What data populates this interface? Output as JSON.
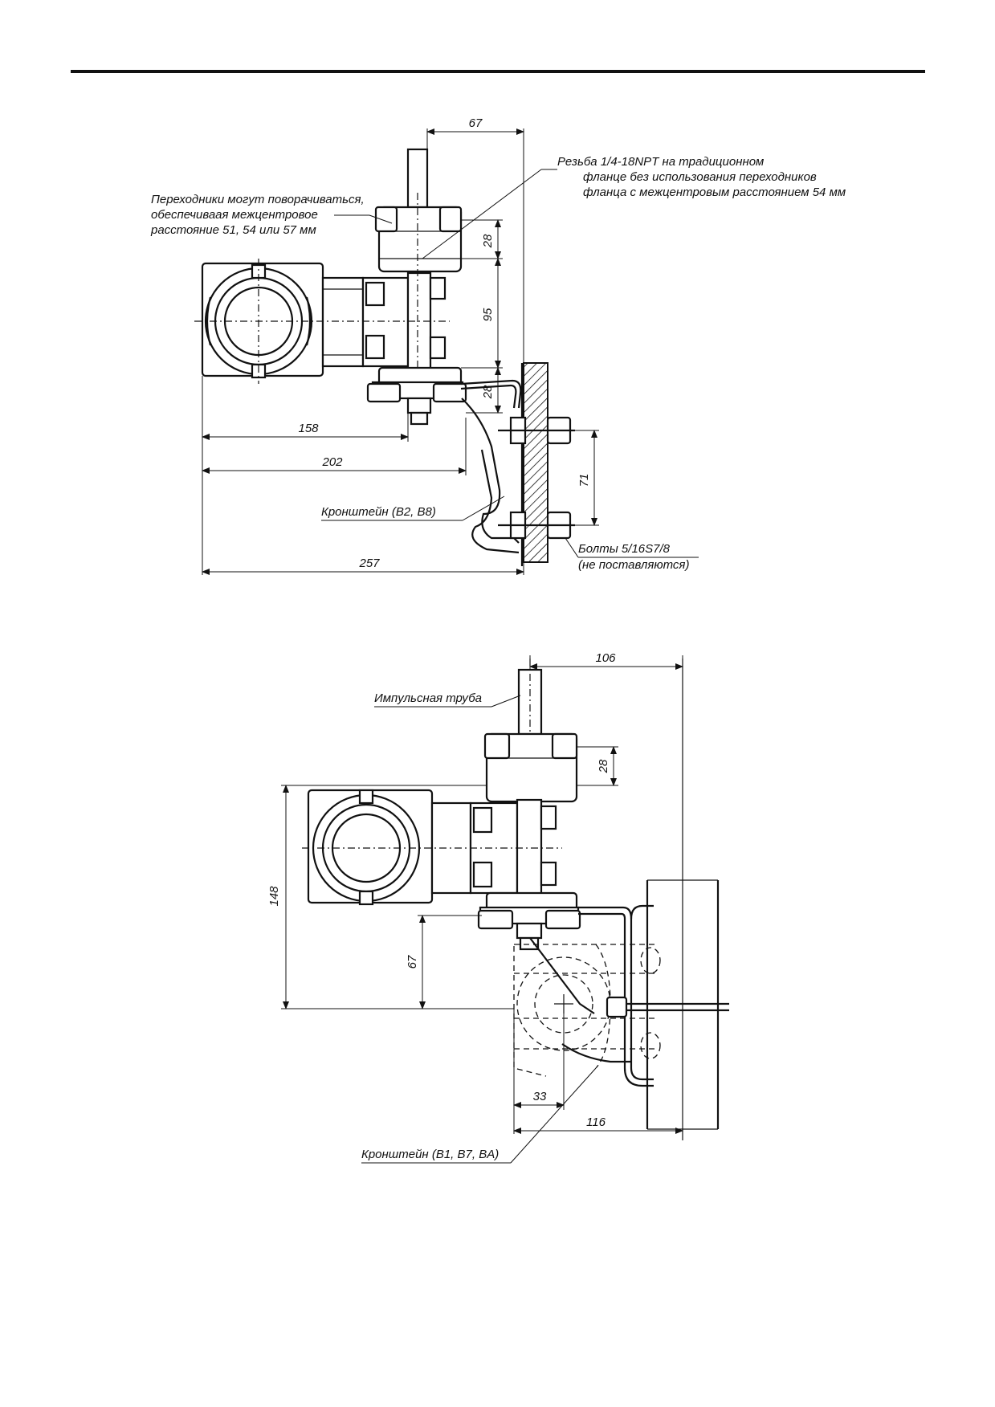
{
  "top_figure": {
    "dims": {
      "d67": "67",
      "d28a": "28",
      "d95": "95",
      "d28b": "28",
      "d158": "158",
      "d202": "202",
      "d257": "257",
      "d71": "71"
    },
    "note_thread": [
      "Резьба 1/4-18NPT на традиционном",
      "фланце без использования переходников",
      "фланца с межцентровым расстоянием 54 мм"
    ],
    "note_adapters": [
      "Переходники могут поворачиваться,",
      "обеспечиваая межцентровое",
      "расстояние 51, 54 или 57 мм"
    ],
    "label_bracket": "Кронштейн (B2, B8)",
    "label_bolts": [
      "Болты 5/16S7/8",
      "(не поставляются)"
    ]
  },
  "bottom_figure": {
    "dims": {
      "d106": "106",
      "d28": "28",
      "d148": "148",
      "d67": "67",
      "d33": "33",
      "d116": "116"
    },
    "label_pipe": "Импульсная труба",
    "label_bracket": "Кронштейн (B1, B7, BA)"
  }
}
